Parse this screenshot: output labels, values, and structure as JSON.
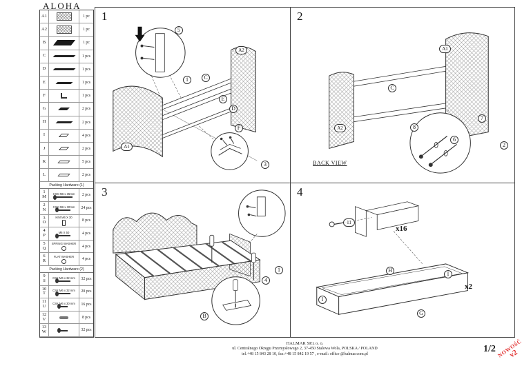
{
  "title": "ALOHA",
  "parts": [
    {
      "label": "A1",
      "qty": "1 pc",
      "icon": "icon-hatch"
    },
    {
      "label": "A2",
      "qty": "1 pc",
      "icon": "icon-hatch"
    },
    {
      "label": "B",
      "qty": "1 pc",
      "icon": "icon-solid"
    },
    {
      "label": "C",
      "qty": "1 pcs",
      "icon": "icon-rail-long"
    },
    {
      "label": "D",
      "qty": "1 pcs",
      "icon": "icon-rail-long"
    },
    {
      "label": "E",
      "qty": "1 pcs",
      "icon": "icon-rail-med"
    },
    {
      "label": "F",
      "qty": "1 pcs",
      "icon": "icon-bracket"
    },
    {
      "label": "G",
      "qty": "2 pcs",
      "icon": "icon-rail-short"
    },
    {
      "label": "H",
      "qty": "2 pcs",
      "icon": "icon-rail-med"
    },
    {
      "label": "I",
      "qty": "4 pcs",
      "icon": "icon-plate-sm"
    },
    {
      "label": "J",
      "qty": "2 pcs",
      "icon": "icon-plate-sm"
    },
    {
      "label": "K",
      "qty": "5 pcs",
      "icon": "icon-slat"
    },
    {
      "label": "L",
      "qty": "2 pcs",
      "icon": "icon-slat"
    }
  ],
  "hardware1": {
    "header": "Packing Hardware (1)",
    "rows": [
      {
        "num": "1",
        "letter": "M",
        "desc": "CSK M6 x 35mm",
        "qty": "2 pcs",
        "icon": "icon-bolt-lg"
      },
      {
        "num": "2",
        "letter": "N",
        "desc": "CSK M6 x 30mm",
        "qty": "24 pcs",
        "icon": "icon-bolt-med"
      },
      {
        "num": "3",
        "letter": "O",
        "desc": "K/M M6 X 30",
        "qty": "8 pcs",
        "icon": "icon-nut"
      },
      {
        "num": "4",
        "letter": "P",
        "desc": "M6 X 50",
        "qty": "4 pcs",
        "icon": "icon-bolt-med"
      },
      {
        "num": "5",
        "letter": "Q",
        "desc": "SPRING WASHER",
        "qty": "4 pcs",
        "icon": "icon-washer"
      },
      {
        "num": "6",
        "letter": "R",
        "desc": "FLAT WASHER",
        "qty": "4 pcs",
        "icon": "icon-washer"
      }
    ]
  },
  "hardware2": {
    "header": "Packing Hardware (2)",
    "rows": [
      {
        "num": "9",
        "letter": "S",
        "desc": "CSK M6 x 32 mm",
        "qty": "32 pcs",
        "icon": "icon-bolt-med"
      },
      {
        "num": "10",
        "letter": "T",
        "desc": "CSK M6 x 32 mm",
        "qty": "20 pcs",
        "icon": "icon-bolt-med"
      },
      {
        "num": "11",
        "letter": "U",
        "desc": "CSK M6 x 30 mm",
        "qty": "16 pcs",
        "icon": "icon-bolt-sm"
      },
      {
        "num": "12",
        "letter": "V",
        "desc": "",
        "qty": "8 pcs",
        "icon": "icon-dowel"
      },
      {
        "num": "13",
        "letter": "W",
        "desc": "",
        "qty": "32 pcs",
        "icon": "icon-bolt-sm"
      }
    ]
  },
  "panels": {
    "p1": {
      "number": "1",
      "labels": {
        "l5": "5",
        "l1": "1",
        "a2": "A2",
        "c": "C",
        "e": "E",
        "d": "D",
        "f": "F",
        "a1": "A1",
        "l3": "3"
      }
    },
    "p2": {
      "number": "2",
      "back_view": "BACK VIEW",
      "labels": {
        "a1": "A1",
        "a2": "A2",
        "c": "C",
        "l8": "8",
        "l6": "6",
        "l7": "7",
        "l2": "2"
      }
    },
    "p3": {
      "number": "3",
      "labels": {
        "l1": "1",
        "l4": "4",
        "b": "B"
      }
    },
    "p4": {
      "number": "4",
      "labels": {
        "l11": "11",
        "x16": "x16",
        "h": "H",
        "i_right": "I",
        "i_left": "I",
        "g": "G",
        "x2": "x2"
      }
    }
  },
  "footer": {
    "company": "HALMAR SP.z o. o.",
    "address": "ul. Centralnego Okręgu Przemysłowego 2, 37-450 Stalowa Wola, POLSKA / POLAND",
    "contact": "tel.+48 15 843 28 10, fax:+48 15 842 19 57 , e-mail: office @halmar.com.pl",
    "page": "1/2"
  },
  "stamp": {
    "line1": "NOWOŚĆ",
    "line2": "v2",
    "color": "#e23535"
  }
}
